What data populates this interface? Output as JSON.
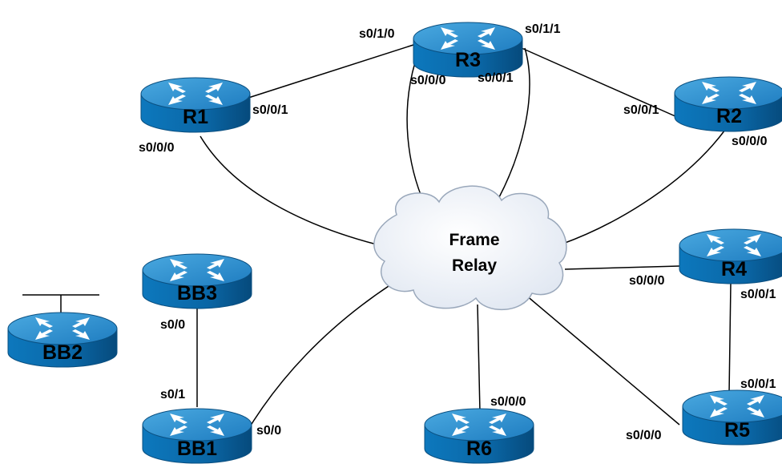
{
  "routers": {
    "r1": "R1",
    "r2": "R2",
    "r3": "R3",
    "r4": "R4",
    "r5": "R5",
    "r6": "R6",
    "bb1": "BB1",
    "bb2": "BB2",
    "bb3": "BB3"
  },
  "cloud": {
    "line1": "Frame",
    "line2": "Relay"
  },
  "interfaces": {
    "r3_s010": "s0/1/0",
    "r3_s011": "s0/1/1",
    "r3_s000": "s0/0/0",
    "r3_s001": "s0/0/1",
    "r1_s001": "s0/0/1",
    "r1_s000": "s0/0/0",
    "r2_s001": "s0/0/1",
    "r2_s000": "s0/0/0",
    "r4_s000": "s0/0/0",
    "r4_s001": "s0/0/1",
    "r5_s001": "s0/0/1",
    "r5_s000": "s0/0/0",
    "r6_s000": "s0/0/0",
    "bb3_s00": "s0/0",
    "bb1_s01": "s0/1",
    "bb1_s00": "s0/0"
  },
  "colors": {
    "router_top": "#2d8fcf",
    "router_body": "#0b6aa8",
    "router_edge": "#0a4f80",
    "arrow": "#ffffff",
    "cloud_fill": "#eef2f8",
    "cloud_stroke": "#9aa8bb"
  }
}
